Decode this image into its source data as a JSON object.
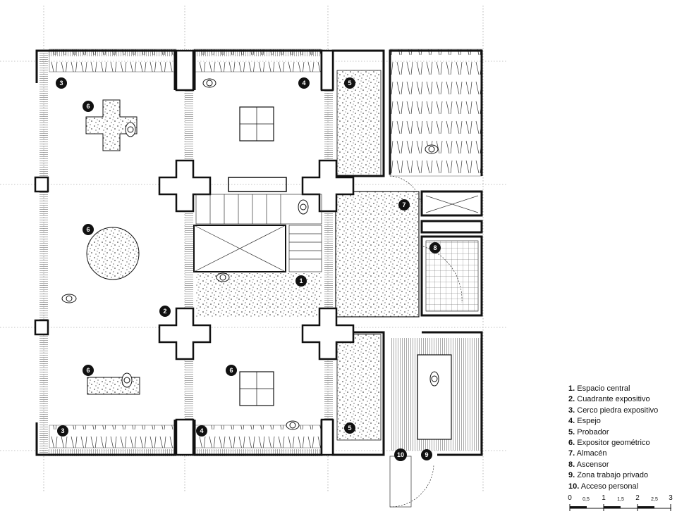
{
  "legend": {
    "items": [
      {
        "num": "1.",
        "label": "Espacio central"
      },
      {
        "num": "2.",
        "label": "Cuadrante expositivo"
      },
      {
        "num": "3.",
        "label": "Cerco piedra expositivo"
      },
      {
        "num": "4.",
        "label": "Espejo"
      },
      {
        "num": "5.",
        "label": "Probador"
      },
      {
        "num": "6.",
        "label": "Expositor geométrico"
      },
      {
        "num": "7.",
        "label": "Almacén"
      },
      {
        "num": "8.",
        "label": "Ascensor"
      },
      {
        "num": "9.",
        "label": "Zona trabajo privado"
      },
      {
        "num": "10.",
        "label": "Acceso personal"
      }
    ]
  },
  "scale_bar": {
    "labels": [
      "0",
      "0,5",
      "1",
      "1,5",
      "2",
      "2,5",
      "3"
    ]
  },
  "markers": [
    "1",
    "2",
    "3",
    "3",
    "4",
    "4",
    "5",
    "5",
    "6",
    "6",
    "6",
    "6",
    "7",
    "8",
    "9",
    "10"
  ],
  "colors": {
    "ink": "#111111",
    "grid": "#999999",
    "stipple": "#222222"
  }
}
